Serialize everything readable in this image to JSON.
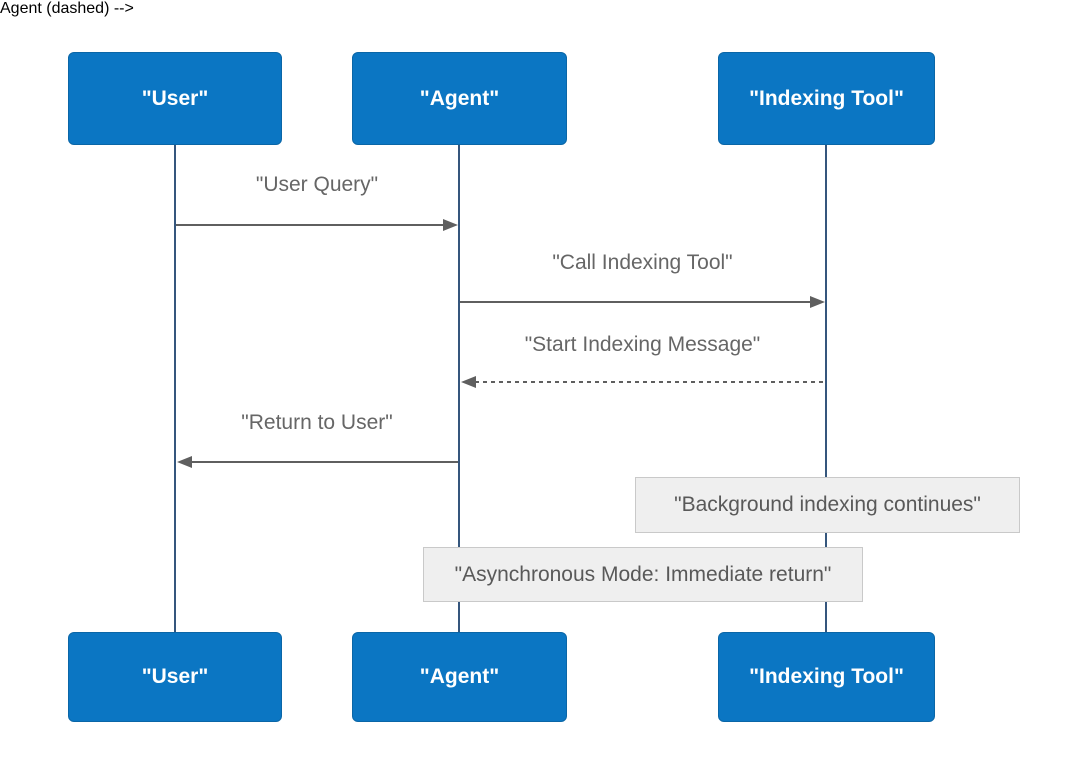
{
  "diagram": {
    "type": "sequence-diagram",
    "actors": [
      {
        "id": "user",
        "label": "\"User\""
      },
      {
        "id": "agent",
        "label": "\"Agent\""
      },
      {
        "id": "indexing-tool",
        "label": "\"Indexing Tool\""
      }
    ],
    "messages": [
      {
        "from": "user",
        "to": "agent",
        "style": "solid",
        "label": "\"User Query\""
      },
      {
        "from": "agent",
        "to": "indexing-tool",
        "style": "solid",
        "label": "\"Call Indexing Tool\""
      },
      {
        "from": "indexing-tool",
        "to": "agent",
        "style": "dashed",
        "label": "\"Start Indexing Message\""
      },
      {
        "from": "agent",
        "to": "user",
        "style": "solid",
        "label": "\"Return to User\""
      }
    ],
    "notes": [
      {
        "over": "indexing-tool",
        "label": "\"Background indexing continues\""
      },
      {
        "over": "agent,indexing-tool",
        "label": "\"Asynchronous Mode: Immediate return\""
      }
    ],
    "colors": {
      "background": "#ffffff",
      "actor_fill": "#0b76c3",
      "actor_border": "#0a66a7",
      "actor_text": "#ffffff",
      "lifeline": "#35567d",
      "message_line": "#5f5f5f",
      "message_text": "#666666",
      "note_fill": "#efefef",
      "note_border": "#c9c9c9",
      "note_text": "#595959"
    }
  }
}
